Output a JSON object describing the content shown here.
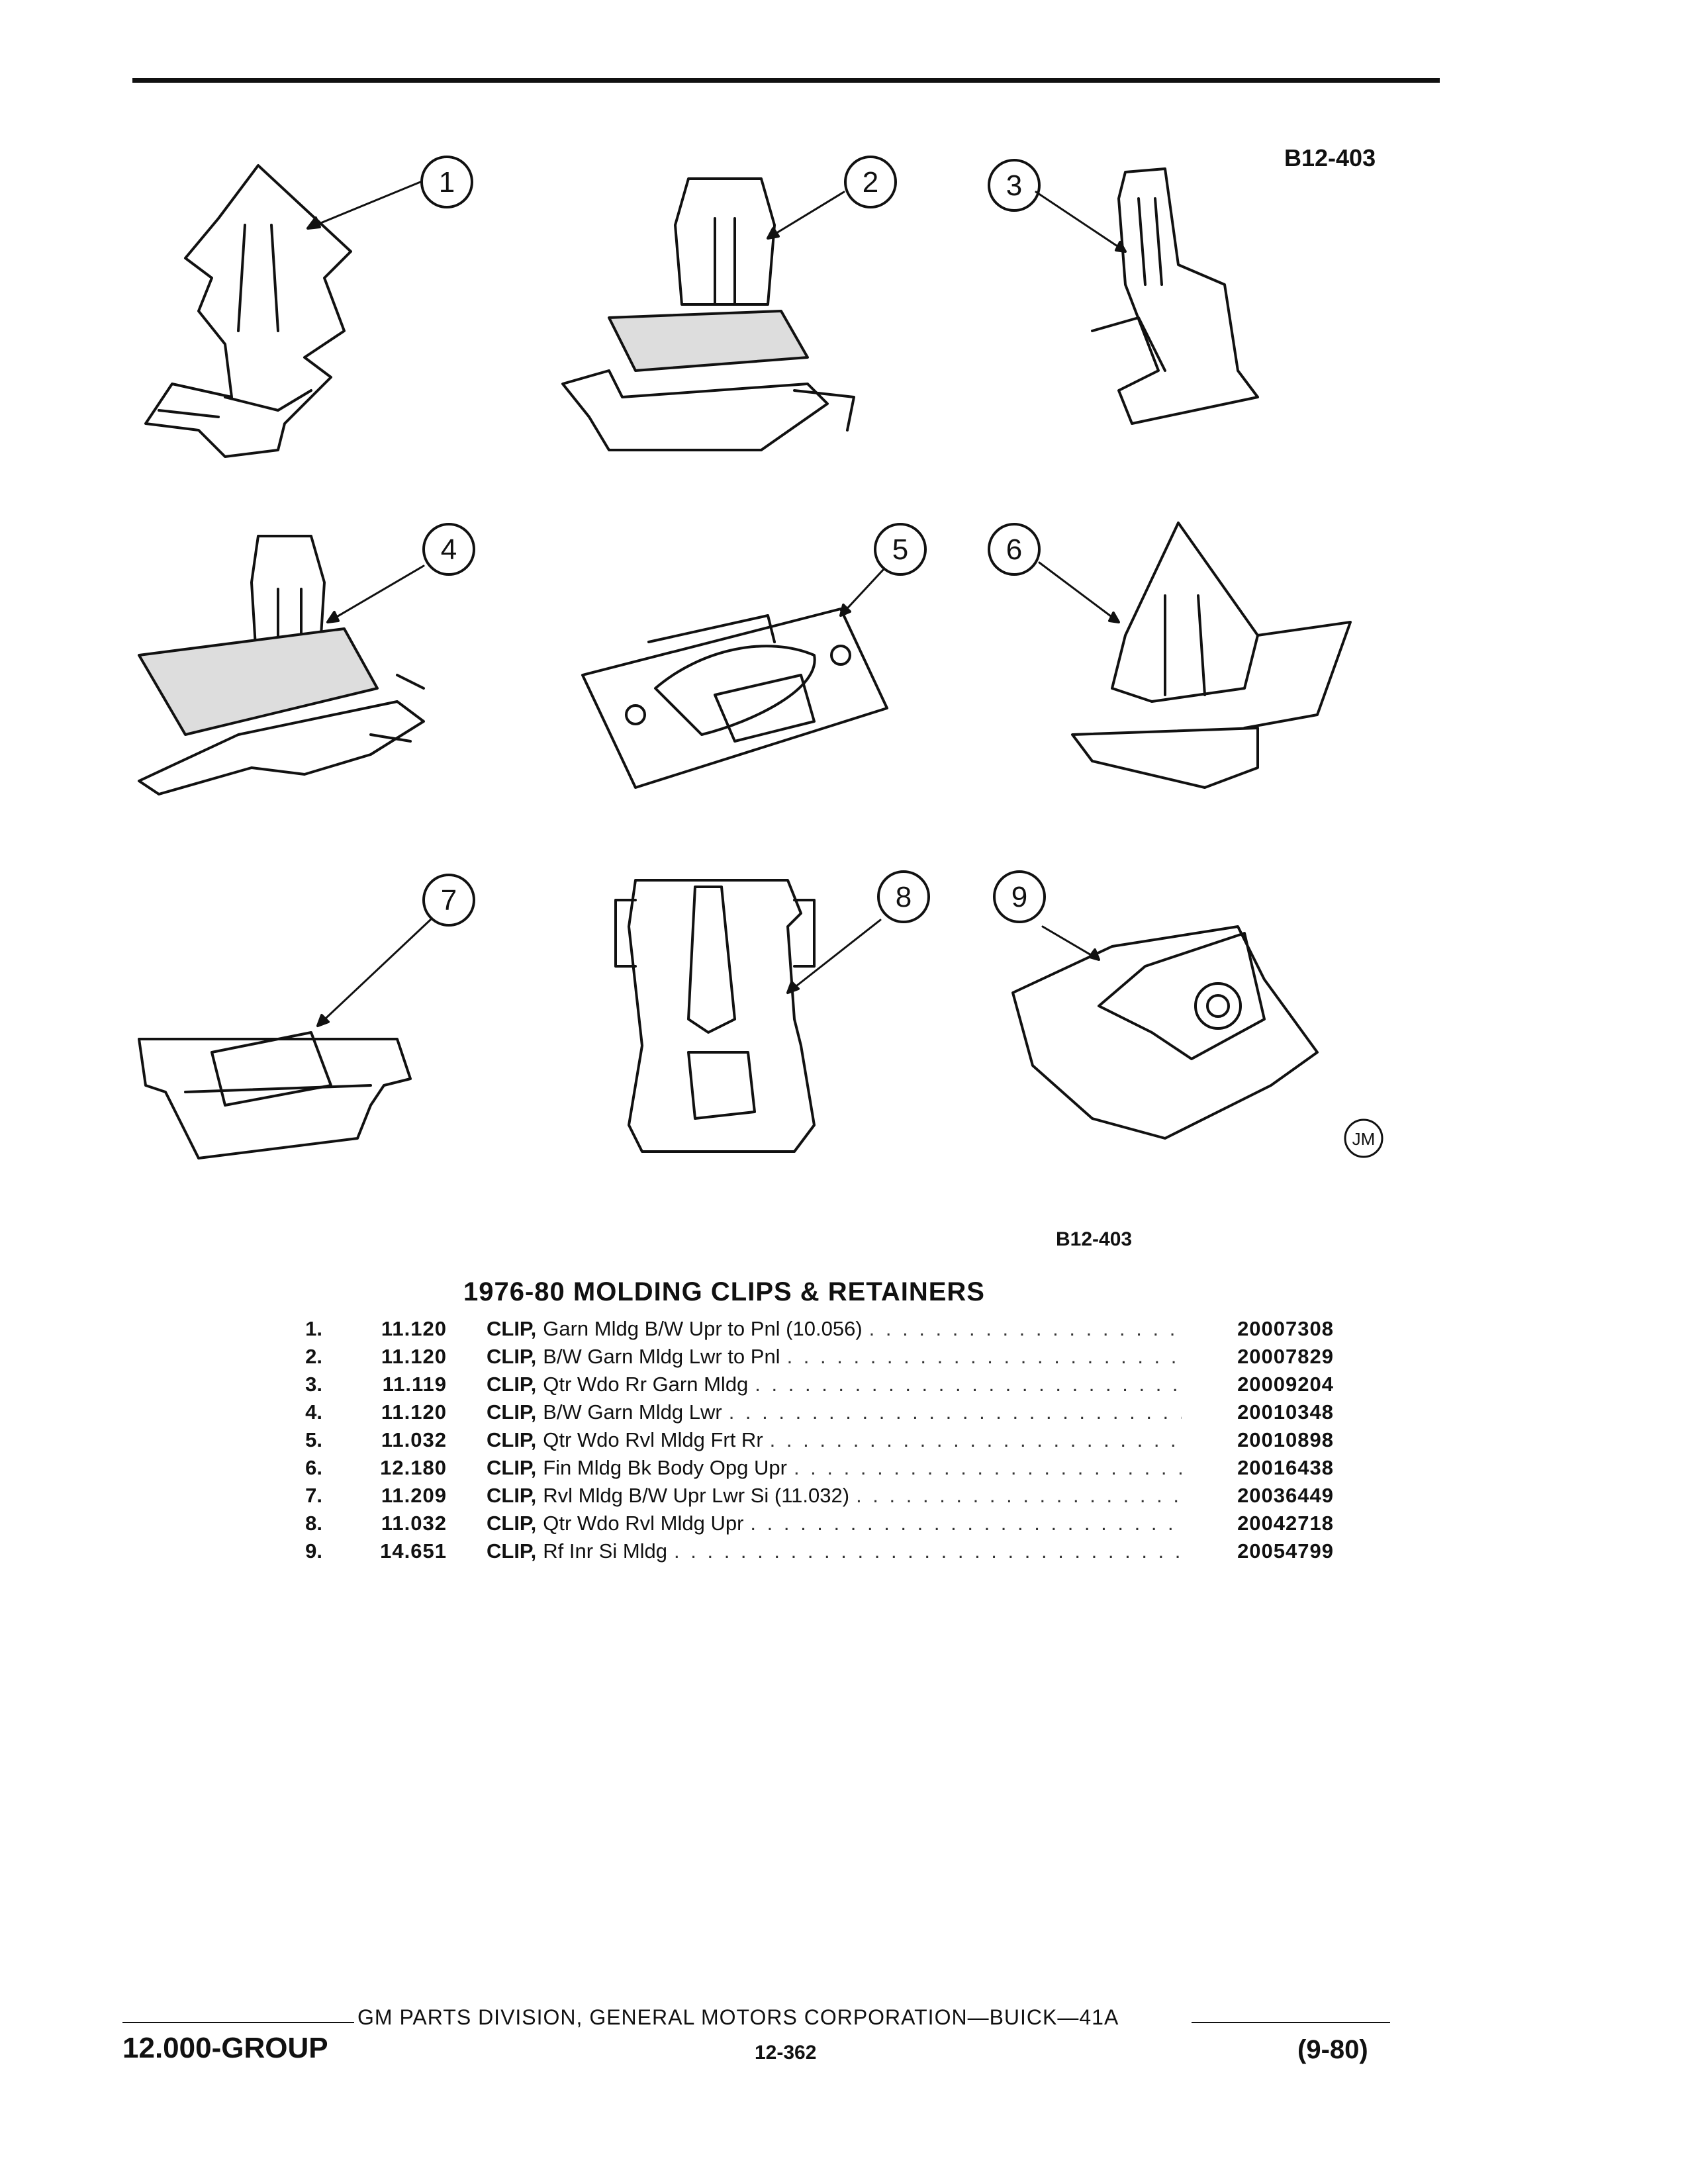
{
  "figure": {
    "code_top": "B12-403",
    "code_bottom": "B12-403",
    "artist_mark": "JM",
    "callouts": [
      "1",
      "2",
      "3",
      "4",
      "5",
      "6",
      "7",
      "8",
      "9"
    ]
  },
  "section_title": "1976-80 MOLDING CLIPS & RETAINERS",
  "parts": [
    {
      "num": "1.",
      "group": "11.120",
      "noun": "CLIP,",
      "desc": "Garn Mldg B/W Upr to Pnl (10.056)",
      "part_no": "20007308"
    },
    {
      "num": "2.",
      "group": "11.120",
      "noun": "CLIP,",
      "desc": "B/W Garn Mldg Lwr to Pnl",
      "part_no": "20007829"
    },
    {
      "num": "3.",
      "group": "11.119",
      "noun": "CLIP,",
      "desc": "Qtr Wdo Rr Garn Mldg",
      "part_no": "20009204"
    },
    {
      "num": "4.",
      "group": "11.120",
      "noun": "CLIP,",
      "desc": "B/W Garn Mldg Lwr",
      "part_no": "20010348"
    },
    {
      "num": "5.",
      "group": "11.032",
      "noun": "CLIP,",
      "desc": "Qtr Wdo Rvl Mldg Frt Rr",
      "part_no": "20010898"
    },
    {
      "num": "6.",
      "group": "12.180",
      "noun": "CLIP,",
      "desc": "Fin Mldg Bk Body Opg Upr",
      "part_no": "20016438"
    },
    {
      "num": "7.",
      "group": "11.209",
      "noun": "CLIP,",
      "desc": "Rvl Mldg B/W Upr Lwr Si (11.032)",
      "part_no": "20036449"
    },
    {
      "num": "8.",
      "group": "11.032",
      "noun": "CLIP,",
      "desc": "Qtr Wdo Rvl Mldg Upr",
      "part_no": "20042718"
    },
    {
      "num": "9.",
      "group": "14.651",
      "noun": "CLIP,",
      "desc": "Rf Inr Si Mldg",
      "part_no": "20054799"
    }
  ],
  "footer": {
    "publisher": "GM PARTS DIVISION, GENERAL MOTORS CORPORATION—BUICK—41A",
    "group": "12.000-GROUP",
    "page": "12-362",
    "date": "(9-80)"
  }
}
